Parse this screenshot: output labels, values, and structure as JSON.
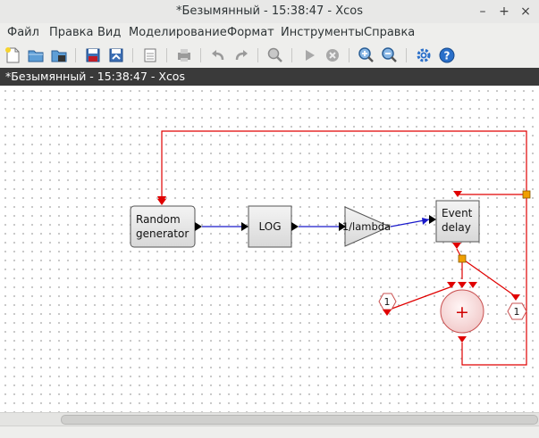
{
  "window": {
    "title": "*Безымянный - 15:38:47 - Xcos",
    "controls": {
      "minimize": "–",
      "maximize": "+",
      "close": "×"
    }
  },
  "menu": [
    "Файл",
    "Правка",
    "Вид",
    "Моделирование",
    "Формат",
    "Инструменты",
    "Справка"
  ],
  "toolbar": [
    {
      "name": "new-diagram",
      "icon": "new-doc-icon"
    },
    {
      "name": "open",
      "icon": "folder-open-icon"
    },
    {
      "name": "open-in-scilab",
      "icon": "folder-scilab-icon"
    },
    {
      "name": "save",
      "icon": "save-icon"
    },
    {
      "name": "save-as",
      "icon": "save-as-icon"
    },
    {
      "name": "print",
      "icon": "print-icon"
    },
    {
      "name": "print-disabled",
      "icon": "printer-icon"
    },
    {
      "name": "undo",
      "icon": "undo-icon"
    },
    {
      "name": "redo",
      "icon": "redo-icon"
    },
    {
      "name": "zoom-fit",
      "icon": "zoom-fit-icon"
    },
    {
      "name": "start",
      "icon": "play-icon"
    },
    {
      "name": "stop",
      "icon": "stop-icon"
    },
    {
      "name": "zoom-in",
      "icon": "zoom-in-icon"
    },
    {
      "name": "zoom-out",
      "icon": "zoom-out-icon"
    },
    {
      "name": "setup",
      "icon": "gear-icon"
    },
    {
      "name": "help",
      "icon": "help-icon"
    }
  ],
  "tab": {
    "title": "*Безымянный - 15:38:47 - Xcos"
  },
  "colors": {
    "regular_link": "#1a1acb",
    "event_link": "#e00000",
    "block_fill": "#e4e4e4",
    "split_point": "#f0a000"
  },
  "blocks": {
    "random_generator": {
      "label_line1": "Random",
      "label_line2": "generator"
    },
    "log": {
      "label": "LOG"
    },
    "gain": {
      "label": "1/lambda"
    },
    "event_delay": {
      "label_line1": "Event",
      "label_line2": "delay"
    },
    "summation": {
      "label": "+"
    },
    "const_left": {
      "label": "1"
    },
    "const_right": {
      "label": "1"
    }
  }
}
